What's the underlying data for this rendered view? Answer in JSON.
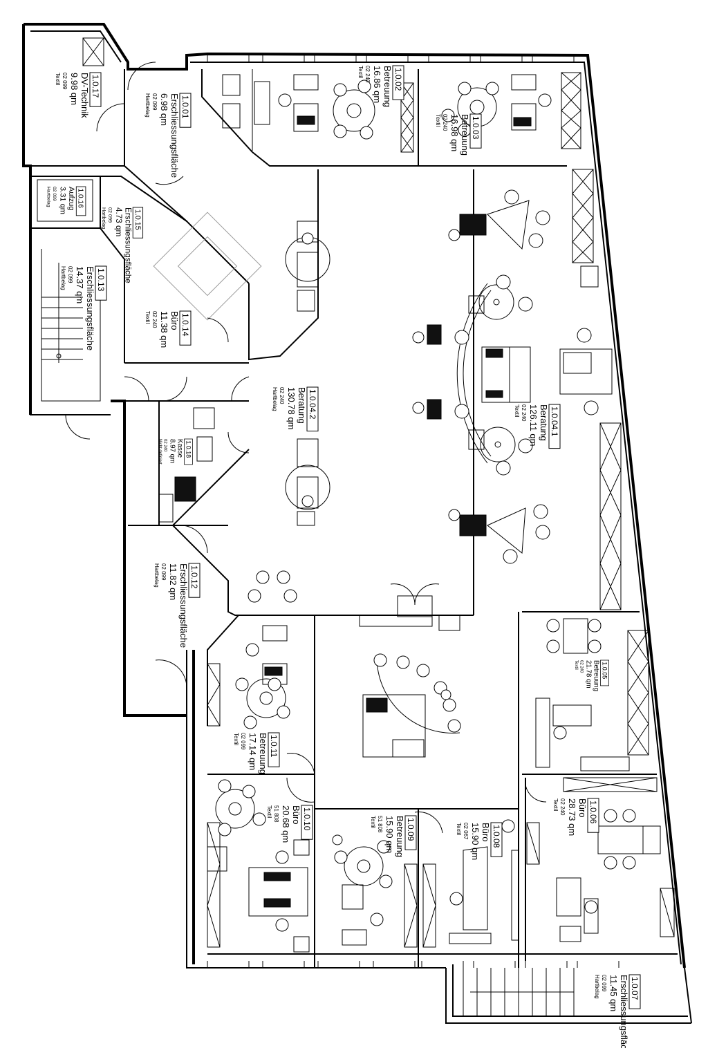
{
  "rooms": [
    {
      "id": "1.0.17",
      "name": "DV-Technik",
      "area": "9.98 qm",
      "code": "02 099",
      "floor": "Textil"
    },
    {
      "id": "1.0.01",
      "name": "Erschliessungsfläche",
      "area": "6.98 qm",
      "code": "02 099",
      "floor": "Hartbelag"
    },
    {
      "id": "1.0.02",
      "name": "Betreuung",
      "area": "16.86 qm",
      "code": "02 240",
      "floor": "Textil"
    },
    {
      "id": "1.0.03",
      "name": "Betreuung",
      "area": "16.98 qm",
      "code": "02 240",
      "floor": "Textil"
    },
    {
      "id": "1.0.16",
      "name": "Aufzug",
      "area": "3.31 qm",
      "code": "02 099",
      "floor": "Hartbelag"
    },
    {
      "id": "1.0.15",
      "name": "Erschliessungsfläche",
      "area": "4.73 qm",
      "code": "02 099",
      "floor": "Hartbelag"
    },
    {
      "id": "1.0.13",
      "name": "Erschliessungsfläche",
      "area": "14.37 qm",
      "code": "02 099",
      "floor": "Hartbelag"
    },
    {
      "id": "1.0.14",
      "name": "Büro",
      "area": "11.38 qm",
      "code": "02 240",
      "floor": "Textil"
    },
    {
      "id": "1.0.04.2",
      "name": "Beratung",
      "area": "130.78 qm",
      "code": "02 240",
      "floor": "Hartbelag"
    },
    {
      "id": "1.0.04.1",
      "name": "Beratung",
      "area": "126.11 qm",
      "code": "02 240",
      "floor": "Textil"
    },
    {
      "id": "1.0.18",
      "name": "Kasse",
      "area": "8.97 qm",
      "code": "02 240",
      "floor": "Nicht definiert"
    },
    {
      "id": "1.0.12",
      "name": "Erschliessungsfläche",
      "area": "11.82 qm",
      "code": "02 099",
      "floor": "Hartbelag"
    },
    {
      "id": "1.0.05",
      "name": "Betreuung",
      "area": "21.78 qm",
      "code": "02 240",
      "floor": "Textil"
    },
    {
      "id": "1.0.11",
      "name": "Betreuung",
      "area": "17.14 qm",
      "code": "02 099",
      "floor": "Textil"
    },
    {
      "id": "1.0.10",
      "name": "Büro",
      "area": "20.68 qm",
      "code": "51 808",
      "floor": "Textil"
    },
    {
      "id": "1.0.09",
      "name": "Betreuung",
      "area": "15.90 qm",
      "code": "51 808",
      "floor": "Textil"
    },
    {
      "id": "1.0.08",
      "name": "Büro",
      "area": "15.90 qm",
      "code": "02 067",
      "floor": "Textil"
    },
    {
      "id": "1.0.06",
      "name": "Büro",
      "area": "28.73 qm",
      "code": "02 240",
      "floor": "Textil"
    },
    {
      "id": "1.0.07",
      "name": "Erschliessungsfläche",
      "area": "11.45 qm",
      "code": "02 099",
      "floor": "Hartbelag"
    }
  ]
}
